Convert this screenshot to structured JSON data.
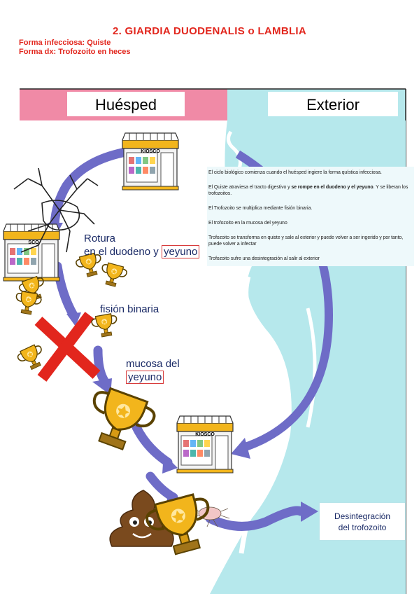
{
  "title": "2. GIARDIA DUODENALIS o LAMBLIA",
  "subtitle_1": "Forma infecciosa: Quiste",
  "subtitle_2": "Forma dx: Trofozoito en heces",
  "colors": {
    "host": "#f08aa6",
    "exterior": "#b6e8ec",
    "arrow": "#6e6cc7",
    "accent_red": "#e2261d"
  },
  "headers": {
    "host": "Huésped",
    "exterior": "Exterior"
  },
  "kiosk_sign": "KIOSCO",
  "kiosk_partial_sign": "SCO",
  "steps": {
    "s1": "El ciclo biológico comienza cuando el huésped ingiere la forma quística infecciosa.",
    "s2a": "El Quiste atraviesa el tracto digestivo y ",
    "s2b": "se rompe en el duodeno y el yeyuno",
    "s2c": ". Y se liberan los trofozoitos.",
    "s3": "El Trofozoito se multiplica mediante fisión binaria.",
    "s4": "El trofozoito en la mucosa del yeyuno",
    "s5": "Trofozoito se transforma en quiste y sale al exterior y puede volver a ser ingerido y por tanto, puede volver a infectar",
    "s6": "Trofozoito sufre una desintegración al salir al exterior"
  },
  "labels": {
    "rotura": "Rotura",
    "duodeno_pre": "en el duodeno y ",
    "yeyuno": "yeyuno",
    "fision": "fisión binaria",
    "mucosa": "mucosa del",
    "yeyuno2": "yeyuno",
    "desint_1": "Desintegración",
    "desint_2": "del trofozoito"
  },
  "icons": [
    "trophy-icon",
    "kiosk-icon",
    "cracked-glass-icon",
    "red-x-icon",
    "poop-emoji-icon",
    "gut-outline"
  ]
}
